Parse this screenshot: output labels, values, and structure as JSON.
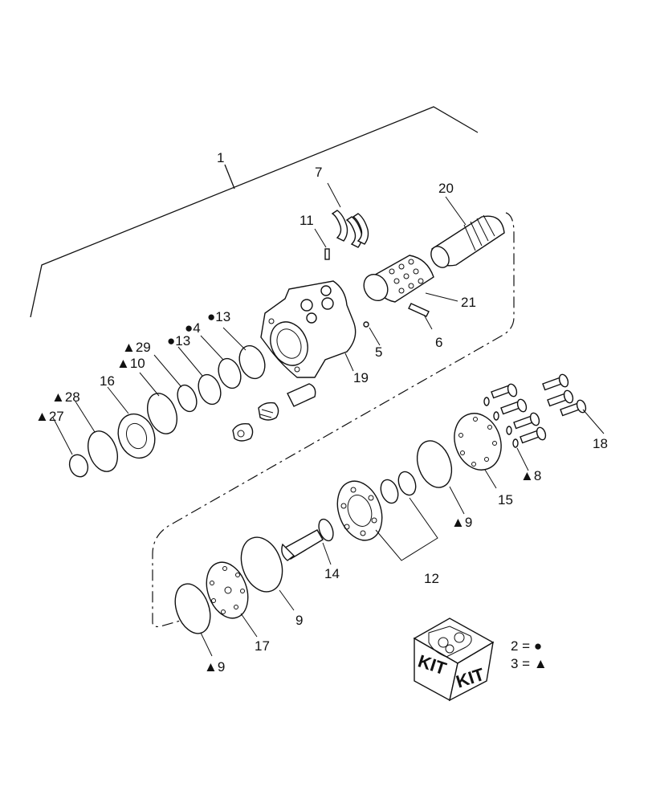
{
  "labels": {
    "l1": "1",
    "l4": "●4",
    "l5": "5",
    "l6": "6",
    "l7": "7",
    "l8": "▲8",
    "l9a": "▲9",
    "l9b": "9",
    "l9c": "▲9",
    "l10": "▲10",
    "l11": "11",
    "l12": "12",
    "l13a": "●13",
    "l13b": "●13",
    "l14": "14",
    "l15": "15",
    "l16": "16",
    "l17": "17",
    "l18": "18",
    "l19": "19",
    "l20": "20",
    "l21": "21",
    "l27": "▲27",
    "l28": "▲28",
    "l29": "▲29"
  },
  "kit": {
    "text_left": "KIT",
    "text_right": "KIT"
  },
  "legend": {
    "circle": "2 = ●",
    "triangle": "3 = ▲"
  }
}
